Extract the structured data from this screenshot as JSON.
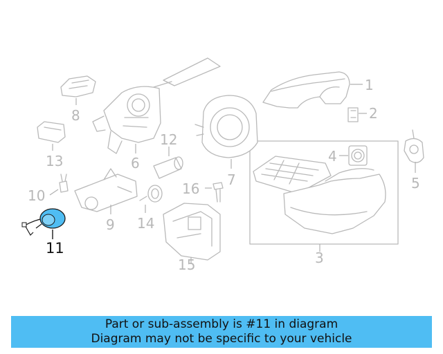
{
  "callouts": [
    "1",
    "2",
    "3",
    "4",
    "5",
    "6",
    "7",
    "8",
    "9",
    "10",
    "11",
    "12",
    "13",
    "14",
    "15",
    "16"
  ],
  "highlight": {
    "part": "11",
    "color": "#4fbdf3"
  },
  "banner": {
    "line1": "Part or sub-assembly is #11 in diagram",
    "line2": "Diagram may not be specific to your vehicle",
    "background": "#4fbdf3"
  }
}
